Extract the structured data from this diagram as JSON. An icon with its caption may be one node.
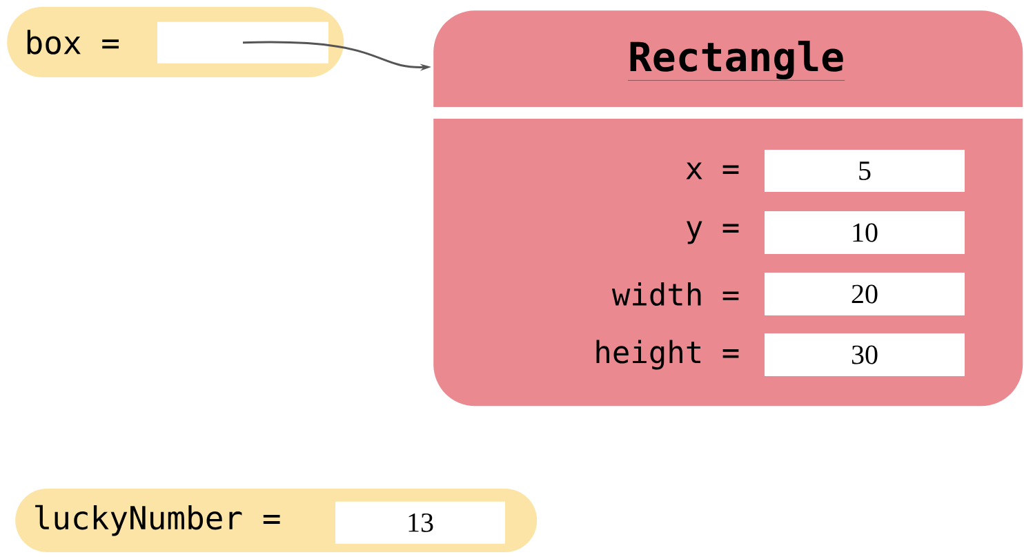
{
  "diagram": {
    "nodes": [
      {
        "text": [
          "box ="
        ]
      },
      {
        "text": [],
        "shape": "box",
        "in": 0
      },
      {
        "text": [
          "Rectangle"
        ]
      },
      {
        "text": [
          "5"
        ],
        "beside": [
          "x ="
        ],
        "in": 2
      },
      {
        "text": [
          "10"
        ],
        "beside": [
          "y ="
        ],
        "in": 2
      },
      {
        "text": [
          "20"
        ],
        "beside": [
          "width ="
        ],
        "in": 2
      },
      {
        "text": [
          "30"
        ],
        "beside": [
          "height ="
        ],
        "in": 2
      },
      {
        "text": [
          "luckyNumber ="
        ]
      },
      {
        "text": [
          "13"
        ],
        "in": 7
      }
    ],
    "edges": [
      {
        "from": 1,
        "to": 2,
        "arrow": "to"
      }
    ]
  }
}
